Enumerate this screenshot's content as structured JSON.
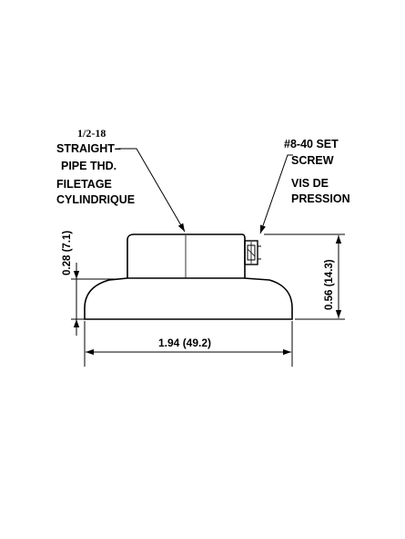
{
  "thread_callout": {
    "size": "1/2-18",
    "line1": "STRAIGHT–",
    "line2": "PIPE THD.",
    "line3": "FILETAGE",
    "line4": "CYLINDRIQUE"
  },
  "screw_callout": {
    "line1": "#8-40 SET",
    "line2": "SCREW",
    "line3": "VIS DE",
    "line4": "PRESSION"
  },
  "dimensions": {
    "base_height": "0.28 (7.1)",
    "total_height": "0.56 (14.3)",
    "diameter": "1.94 (49.2)"
  },
  "colors": {
    "ink": "#000000",
    "paper": "#ffffff"
  }
}
